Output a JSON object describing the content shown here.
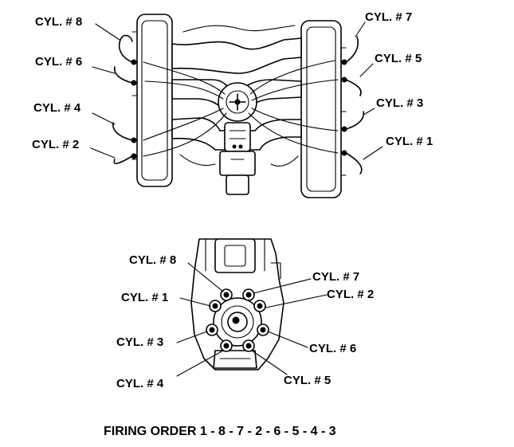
{
  "top_view": {
    "labels": {
      "cyl8": "CYL. # 8",
      "cyl6": "CYL. # 6",
      "cyl4": "CYL. # 4",
      "cyl2": "CYL. # 2",
      "cyl7": "CYL. # 7",
      "cyl5": "CYL. # 5",
      "cyl3": "CYL. # 3",
      "cyl1": "CYL. # 1"
    }
  },
  "pump_view": {
    "labels": {
      "cyl8": "CYL. # 8",
      "cyl7": "CYL. # 7",
      "cyl1": "CYL. # 1",
      "cyl2": "CYL. # 2",
      "cyl3": "CYL. # 3",
      "cyl6": "CYL. # 6",
      "cyl4": "CYL. # 4",
      "cyl5": "CYL. # 5"
    }
  },
  "caption": "FIRING ORDER 1 - 8 - 7 - 2 - 6 - 5 - 4 - 3"
}
